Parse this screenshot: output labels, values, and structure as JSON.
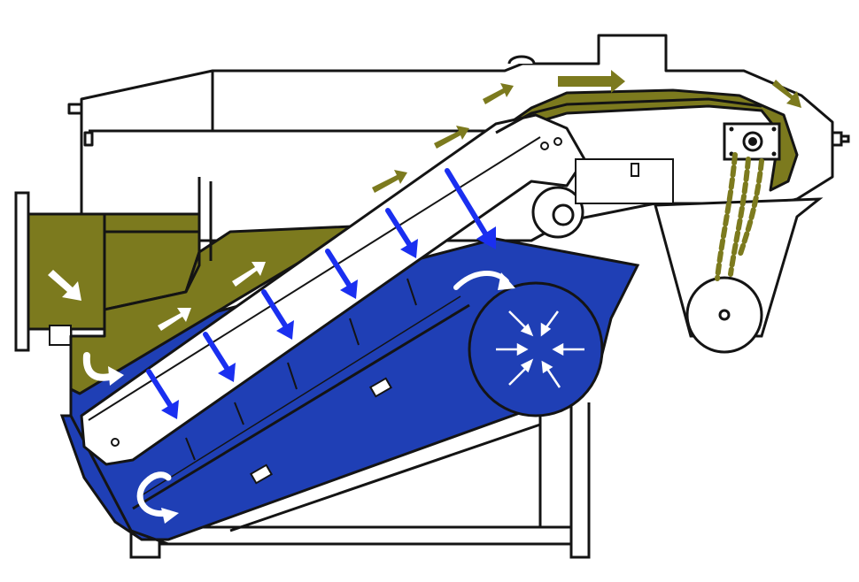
{
  "diagram": {
    "colors": {
      "product": "#7c7a1e",
      "water": "#1f3fb5",
      "downflow": "#1a2ff0",
      "outline": "#141414",
      "frame": "#ffffff",
      "flow_arrow": "#ffffff"
    },
    "icons": [
      "product-flow-arrow",
      "water-flow-arrow",
      "turbulence-arrows",
      "u-turn-arrow",
      "conveyor-belt",
      "drive-pulley",
      "discharge-chute"
    ]
  }
}
